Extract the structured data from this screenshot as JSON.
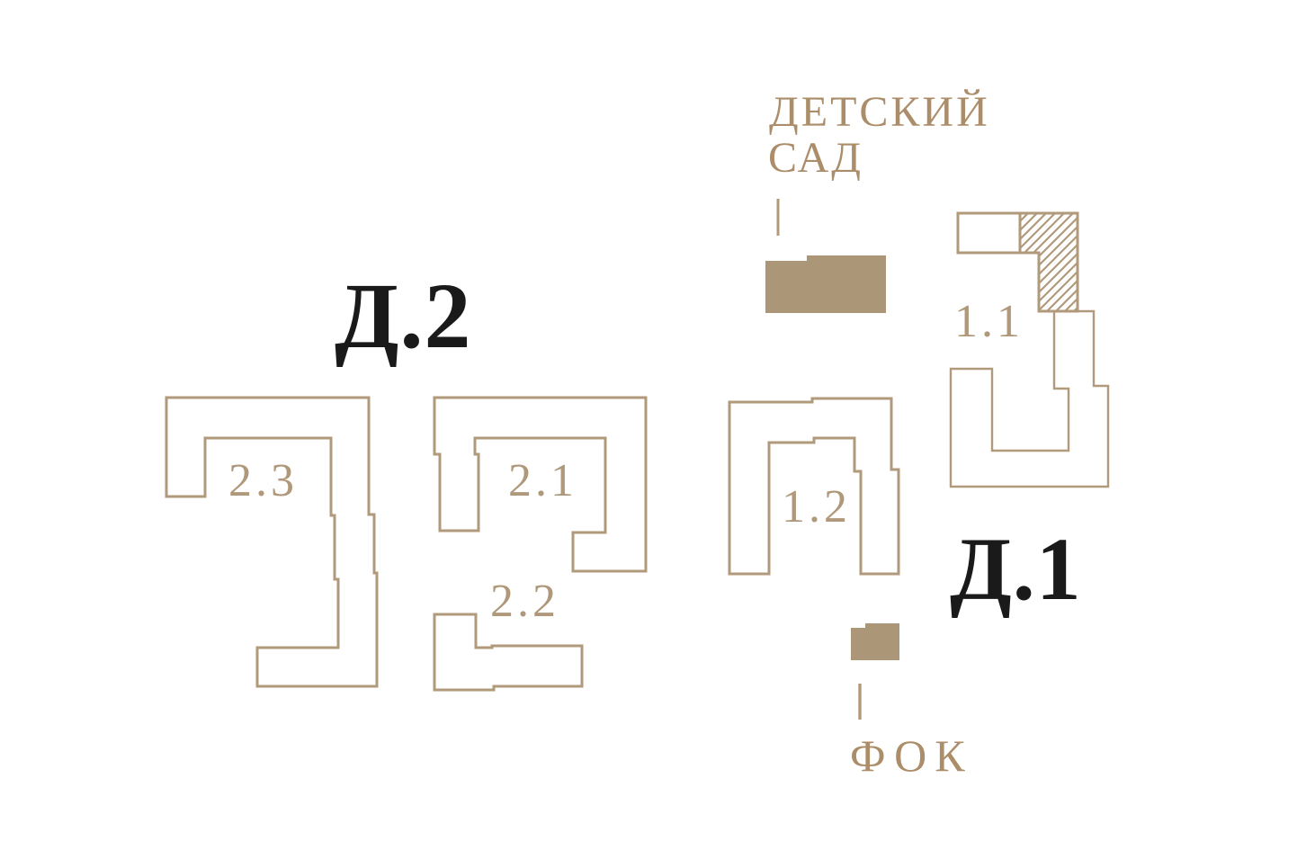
{
  "colors": {
    "background": "#FFFFFF",
    "line": "#B19A7B",
    "building_fill": "#AC9678",
    "amenity_text": "#AB8D6A",
    "section_text": "#B0987A",
    "house_text": "#1A1A1A"
  },
  "plan": {
    "house_d2": {
      "label": "Д.2",
      "sections": [
        {
          "label": "2.3"
        },
        {
          "label": "2.1"
        },
        {
          "label": "2.2"
        }
      ]
    },
    "house_d1": {
      "label": "Д.1",
      "sections": [
        {
          "label": "1.1"
        },
        {
          "label": "1.2"
        }
      ]
    },
    "kindergarten": {
      "label_line1": "ДЕТСКИЙ",
      "label_line2": "САД"
    },
    "sports_center": {
      "label": "ФОК"
    }
  }
}
